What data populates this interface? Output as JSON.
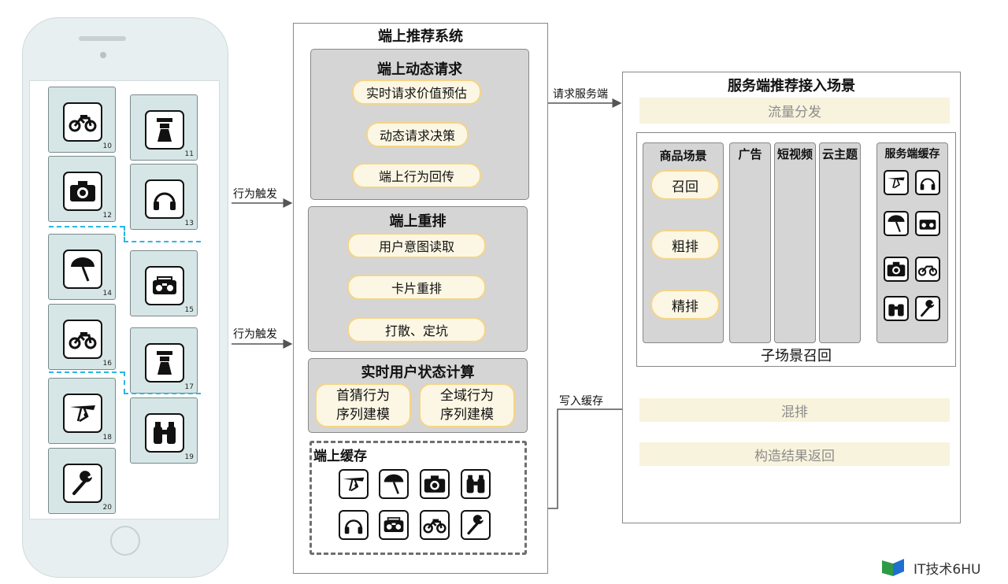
{
  "phone": {
    "tiles": [
      {
        "icon": "motorcycle-icon",
        "num": "10"
      },
      {
        "icon": "lighthouse-icon",
        "num": "11"
      },
      {
        "icon": "camera-icon",
        "num": "12"
      },
      {
        "icon": "headphones-icon",
        "num": "13"
      },
      {
        "icon": "umbrella-icon",
        "num": "14"
      },
      {
        "icon": "radio-icon",
        "num": "15"
      },
      {
        "icon": "motorcycle-icon",
        "num": "16"
      },
      {
        "icon": "lighthouse-icon",
        "num": "17"
      },
      {
        "icon": "hang-glider-icon",
        "num": "18"
      },
      {
        "icon": "binoculars-icon",
        "num": "19"
      },
      {
        "icon": "wrench-icon",
        "num": "20"
      }
    ]
  },
  "arrows": {
    "trigger_1": "行为触发",
    "trigger_2": "行为触发",
    "request_server": "请求服务端",
    "write_cache": "写入缓存"
  },
  "device": {
    "title": "端上推荐系统",
    "dynamic_request": {
      "title": "端上动态请求",
      "steps": [
        "实时请求价值预估",
        "动态请求决策",
        "端上行为回传"
      ]
    },
    "rerank": {
      "title": "端上重排",
      "steps": [
        "用户意图读取",
        "卡片重排",
        "打散、定坑"
      ]
    },
    "realtime_state": {
      "title": "实时用户状态计算",
      "left": [
        "首猜行为",
        "序列建模"
      ],
      "right": [
        "全域行为",
        "序列建模"
      ]
    },
    "cache": {
      "title": "端上缓存",
      "icons": [
        "hang-glider-icon",
        "umbrella-icon",
        "camera-icon",
        "binoculars-icon",
        "headphones-icon",
        "radio-icon",
        "motorcycle-icon",
        "wrench-icon"
      ]
    }
  },
  "server": {
    "title": "服务端推荐接入场景",
    "traffic": "流量分发",
    "goods": {
      "title": "商品场景",
      "steps": [
        "召回",
        "粗排",
        "精排"
      ]
    },
    "ads": "广告",
    "short_video": "短视频",
    "cloud_theme": "云主题",
    "cache": {
      "title": "服务端缓存",
      "icons": [
        "hang-glider-icon",
        "headphones-icon",
        "umbrella-icon",
        "radio-icon",
        "camera-icon",
        "motorcycle-icon",
        "binoculars-icon",
        "wrench-icon"
      ]
    },
    "sub_recall": "子场景召回",
    "mix": "混排",
    "build_return": "构造结果返回"
  },
  "watermark": "IT技术6HU",
  "colors": {
    "tile_bg": "#d6e6e6",
    "gray_box": "#d5d5d5",
    "pill_border": "#f4d488",
    "band_bg": "#f8f3dc",
    "dash_blue": "#29b7e3"
  }
}
